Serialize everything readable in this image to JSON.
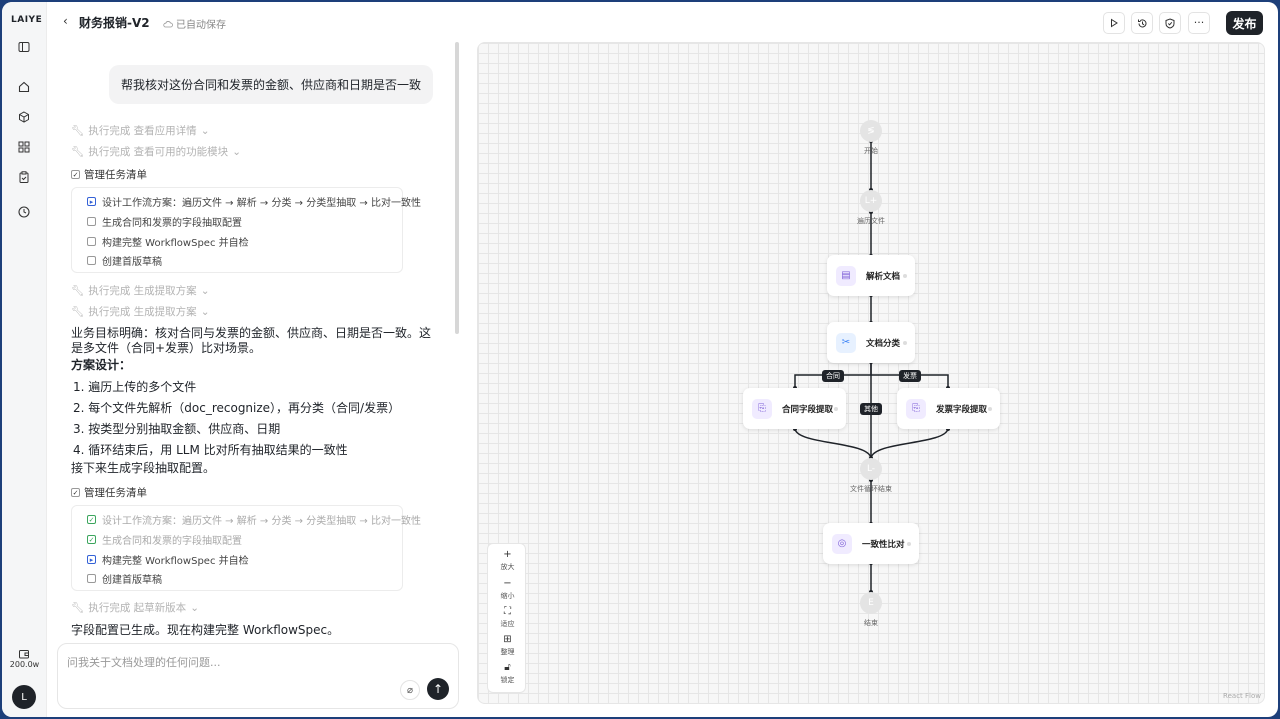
{
  "rail": {
    "logo": "LAIYE",
    "credits": "200.0w",
    "avatar": "L"
  },
  "header": {
    "back": "‹",
    "title": "财务报销-V2",
    "saved": "已自动保存",
    "publish": "发布"
  },
  "chat": {
    "user_message": "帮我核对这份合同和发票的金额、供应商和日期是否一致",
    "tool1": "执行完成 查看应用详情",
    "tool2": "执行完成 查看可用的功能模块",
    "tasks_title": "管理任务清单",
    "tasks_a": [
      "设计工作流方案：遍历文件 → 解析 → 分类 → 分类型抽取 → 比对一致性",
      "生成合同和发票的字段抽取配置",
      "构建完整 WorkflowSpec 并自检",
      "创建首版草稿"
    ],
    "tool3": "执行完成 生成提取方案",
    "tool4": "执行完成 生成提取方案",
    "goal": "业务目标明确：核对合同与发票的金额、供应商、日期是否一致。这是多文件（合同+发票）比对场景。",
    "plan_title": "方案设计：",
    "plan": [
      "1. 遍历上传的多个文件",
      "2. 每个文件先解析（doc_recognize），再分类（合同/发票）",
      "3. 按类型分别抽取金额、供应商、日期",
      "4. 循环结束后，用 LLM 比对所有抽取结果的一致性"
    ],
    "next": "接下来生成字段抽取配置。",
    "tasks_title_2": "管理任务清单",
    "tool5": "执行完成 起草新版本",
    "status": "字段配置已生成。现在构建完整 WorkflowSpec。",
    "input_placeholder": "问我关于文档处理的任何问题..."
  },
  "flow": {
    "start_icon": "≶",
    "start": "开始",
    "loop_icon": "L+",
    "loop": "遍历文件",
    "parse": "解析文档",
    "classify": "文档分类",
    "contract_tag": "合同",
    "invoice_tag": "发票",
    "other_tag": "其他",
    "contract_extract": "合同字段提取",
    "invoice_extract": "发票字段提取",
    "loop_end_icon": "L-",
    "loop_end": "文件循环结束",
    "compare": "一致性比对",
    "end_icon": "E",
    "end": "结束",
    "attribution": "React Flow"
  },
  "zoom": {
    "zoom_in": "放大",
    "zoom_out": "缩小",
    "fit": "适应",
    "arrange": "整理",
    "lock": "锁定"
  },
  "colors": {
    "accent": "#1f2329",
    "task_active": "#3461d6",
    "task_done": "#3ba55d",
    "node_icon_purple": "#7b5cd6",
    "node_icon_blue": "#3b82f6"
  }
}
